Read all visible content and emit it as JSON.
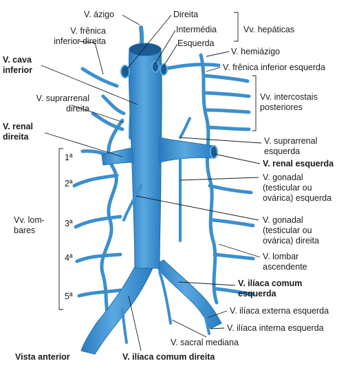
{
  "colors": {
    "vein": "#3b8fce",
    "vein_dark": "#1f6fae",
    "vein_light": "#6fb3e4",
    "line": "#1a1a1a",
    "text": "#1a1a1a"
  },
  "labels": {
    "azigo": "V. ázigo",
    "frenica_dir": "V. frênica\ninferior direita",
    "cava_inf": "V. cava\ninferior",
    "suprarrenal_dir": "V. suprarrenal\ndireita",
    "renal_dir": "V. renal\ndireita",
    "hep_direita": "Direita",
    "hep_intermedia": "Intermédia",
    "hep_esquerda": "Esquerda",
    "vv_hepaticas": "Vv. hepáticas",
    "hemiazigo": "V. hemiázigo",
    "frenica_esq": "V. frênica inferior esquerda",
    "intercostais": "Vv. intercostais\nposteriores",
    "suprarrenal_esq": "V. suprarrenal\nesquerda",
    "renal_esq": "V. renal esquerda",
    "gonadal_esq": "V. gonadal\n(testicular ou\novárica) esquerda",
    "gonadal_dir": "V. gonadal\n(testicular ou\novárica) direita",
    "lombar_asc": "V. lombar\nascendente",
    "iliaca_comum_esq": "V. ilíaca comum\nesquerda",
    "iliaca_ext_esq": "V. ilíaca externa esquerda",
    "iliaca_int_esq": "V. ilíaca interna esquerda",
    "sacral_mediana": "V. sacral mediana",
    "iliaca_comum_dir": "V. ilíaca comum direita",
    "vista_anterior": "Vista anterior",
    "vv_lombares": "Vv. lom-\nbares",
    "lumbar_1": "1ª",
    "lumbar_2": "2ª",
    "lumbar_3": "3ª",
    "lumbar_4": "4ª",
    "lumbar_5": "5ª"
  }
}
